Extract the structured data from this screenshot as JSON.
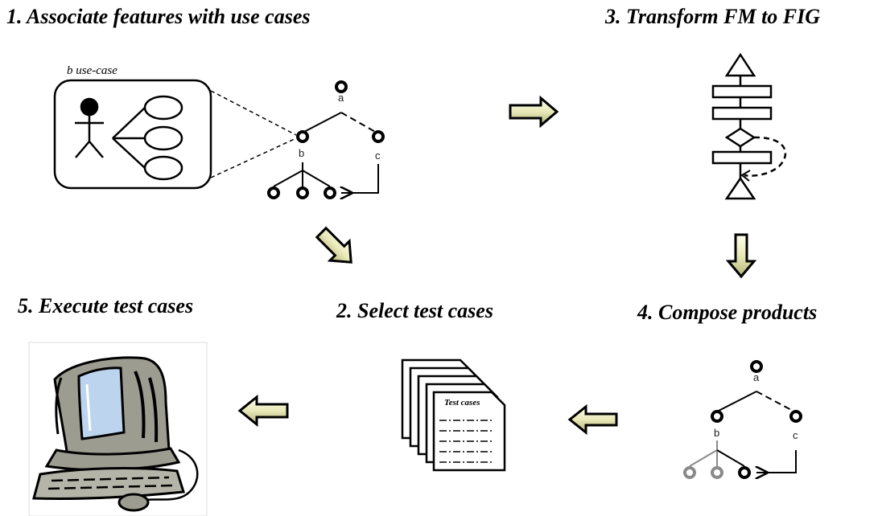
{
  "steps": {
    "step1": "1. Associate features with use cases",
    "step2": "2. Select test cases",
    "step3": "3. Transform FM to FIG",
    "step4": "4. Compose products",
    "step5": "5. Execute test cases"
  },
  "usecase_box": {
    "label": "b use-case"
  },
  "feature_tree": {
    "root": "a",
    "left": "b",
    "right": "c"
  },
  "compose_tree": {
    "root": "a",
    "left": "b",
    "right": "c"
  },
  "test_cases_doc": {
    "title": "Test cases"
  },
  "colors": {
    "arrow_fill_light": "#ffffee",
    "arrow_fill_dark": "#b4b478",
    "gray_nodes": "#8a8a8a"
  },
  "icons": [
    "actor-icon",
    "flow-arrow-icon",
    "document-stack-icon",
    "computer-icon"
  ]
}
